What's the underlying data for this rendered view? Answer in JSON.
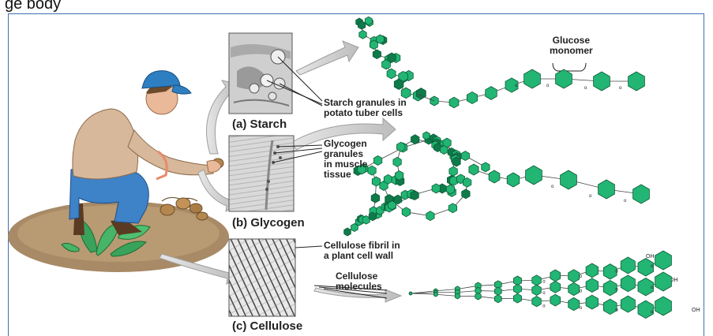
{
  "caption_fragment": "ge body",
  "panels": [
    {
      "id": "starch",
      "title": "(a)  Starch",
      "callout": [
        "Starch granules in",
        "potato tuber cells"
      ]
    },
    {
      "id": "glycogen",
      "title": "(b)  Glycogen",
      "callout": [
        "Glycogen",
        "granules",
        "in muscle",
        "tissue"
      ]
    },
    {
      "id": "cellulose",
      "title": "(c)  Cellulose",
      "callout": [
        "Cellulose fibril in",
        "a plant cell wall"
      ]
    }
  ],
  "monomer_label": [
    "Glucose",
    "monomer"
  ],
  "molecules_label": [
    "Cellulose",
    "molecules"
  ],
  "oh_label": "OH",
  "o_label": "o",
  "colors": {
    "hexagon": "#22b573",
    "hexagon_dark": "#0f7a4a",
    "frame": "#3f6fb5",
    "arrow": "#cfcfcf",
    "shirt": "#d8b89a",
    "jeans": "#3e82c8",
    "cap": "#2d7fc1",
    "soil": "#a88a66"
  }
}
